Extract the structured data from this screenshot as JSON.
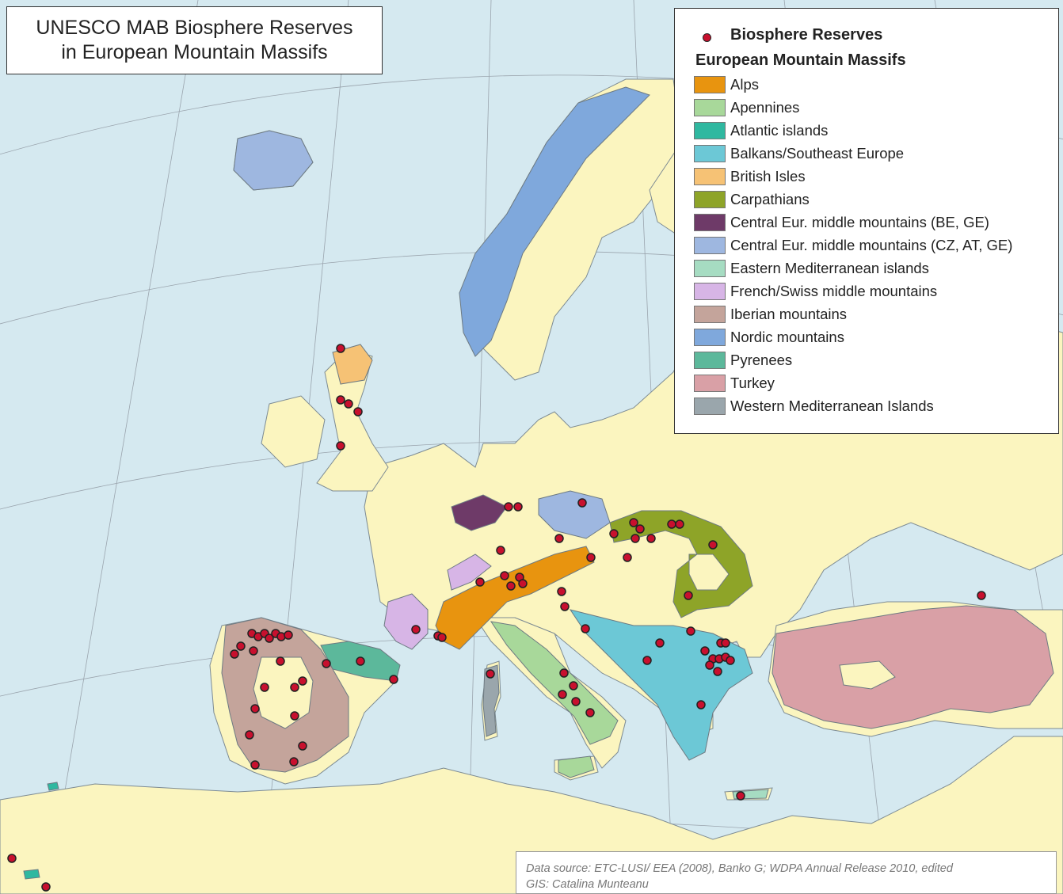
{
  "title": {
    "line1": "UNESCO MAB Biosphere Reserves",
    "line2": "in European Mountain Massifs"
  },
  "legend": {
    "point_label": "Biosphere Reserves",
    "point_color": "#c8102e",
    "section_title": "European Mountain Massifs",
    "massifs": [
      {
        "label": "Alps",
        "color": "#e8940f"
      },
      {
        "label": "Apennines",
        "color": "#a8d89a"
      },
      {
        "label": "Atlantic islands",
        "color": "#2fb8a0"
      },
      {
        "label": "Balkans/Southeast Europe",
        "color": "#6cc8d6"
      },
      {
        "label": "British Isles",
        "color": "#f6c275"
      },
      {
        "label": "Carpathians",
        "color": "#8ea428"
      },
      {
        "label": "Central Eur. middle mountains (BE, GE)",
        "color": "#6e3a68"
      },
      {
        "label": "Central Eur. middle mountains (CZ, AT, GE)",
        "color": "#9eb7e0"
      },
      {
        "label": "Eastern Mediterranean islands",
        "color": "#a6dcc2"
      },
      {
        "label": "French/Swiss middle mountains",
        "color": "#d7b5e6"
      },
      {
        "label": "Iberian mountains",
        "color": "#c4a49b"
      },
      {
        "label": "Nordic mountains",
        "color": "#7fa8dc"
      },
      {
        "label": "Pyrenees",
        "color": "#5cb89b"
      },
      {
        "label": "Turkey",
        "color": "#d9a0a6"
      },
      {
        "label": "Western Mediterranean Islands",
        "color": "#9aa6ac"
      }
    ]
  },
  "source": {
    "line1": "Data source: ETC-LUSI/ EEA (2008), Banko G; WDPA Annual Release 2010, edited",
    "line2": "GIS: Catalina Munteanu"
  },
  "colors": {
    "sea": "#d5e9f0",
    "land": "#fbf5bf",
    "graticule": "#9aa4ad",
    "coast": "#7d8b93"
  }
}
